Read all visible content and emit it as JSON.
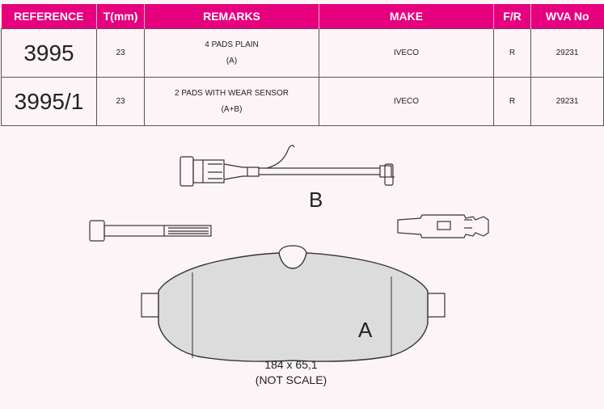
{
  "table": {
    "headers": [
      "REFERENCE",
      "T(mm)",
      "REMARKS",
      "MAKE",
      "F/R",
      "WVA No"
    ],
    "rows": [
      {
        "reference": "3995",
        "thickness": "23",
        "remarks_line1": "4 PADS PLAIN",
        "remarks_line2": "(A)",
        "make": "IVECO",
        "fr": "R",
        "wva": "29231"
      },
      {
        "reference": "3995/1",
        "thickness": "23",
        "remarks_line1": "2 PADS WITH WEAR SENSOR",
        "remarks_line2": "(A+B)",
        "make": "IVECO",
        "fr": "R",
        "wva": "29231"
      }
    ]
  },
  "drawing": {
    "label_b": "B",
    "label_a": "A",
    "dimensions": "184 x 65,1",
    "scale_note": "(NOT SCALE)",
    "pad_color": "#dcdcdc",
    "header_color": "#e6007e"
  }
}
